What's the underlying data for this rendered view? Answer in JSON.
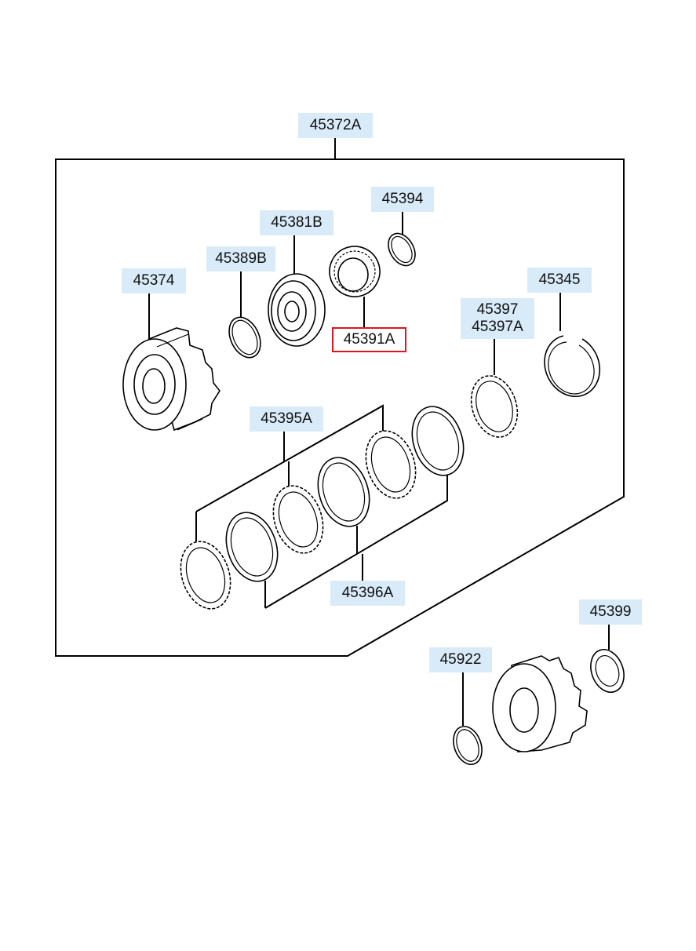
{
  "assembly": {
    "part_number": "45372A"
  },
  "callouts": [
    {
      "id": "45374"
    },
    {
      "id": "45389B"
    },
    {
      "id": "45381B"
    },
    {
      "id": "45394"
    },
    {
      "id": "45391A",
      "selected": true
    },
    {
      "id": "45345"
    },
    {
      "id": "45397",
      "alt_id": "45397A"
    },
    {
      "id": "45395A"
    },
    {
      "id": "45396A"
    },
    {
      "id": "45399"
    },
    {
      "id": "45922"
    }
  ],
  "colors": {
    "callout_bg": "#d9ebf9",
    "selected_border": "#e0141e",
    "line": "#000000"
  }
}
